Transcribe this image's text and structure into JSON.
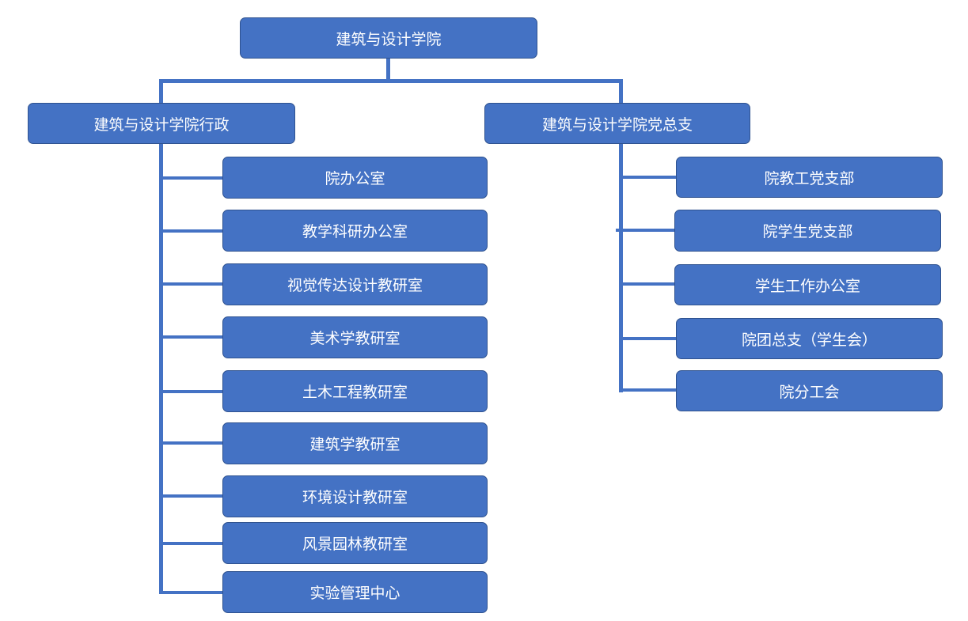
{
  "root": {
    "label": "建筑与设计学院"
  },
  "admin": {
    "label": "建筑与设计学院行政",
    "children": [
      "院办公室",
      "教学科研办公室",
      "视觉传达设计教研室",
      "美术学教研室",
      "土木工程教研室",
      "建筑学教研室",
      "环境设计教研室",
      "风景园林教研室",
      "实验管理中心"
    ]
  },
  "party": {
    "label": "建筑与设计学院党总支",
    "children": [
      "院教工党支部",
      "院学生党支部",
      "学生工作办公室",
      "院团总支（学生会）",
      "院分工会"
    ]
  },
  "colors": {
    "node_fill": "#4472C4",
    "node_border": "#2F528F",
    "connector": "#4472C4",
    "text": "#FFFFFF"
  }
}
